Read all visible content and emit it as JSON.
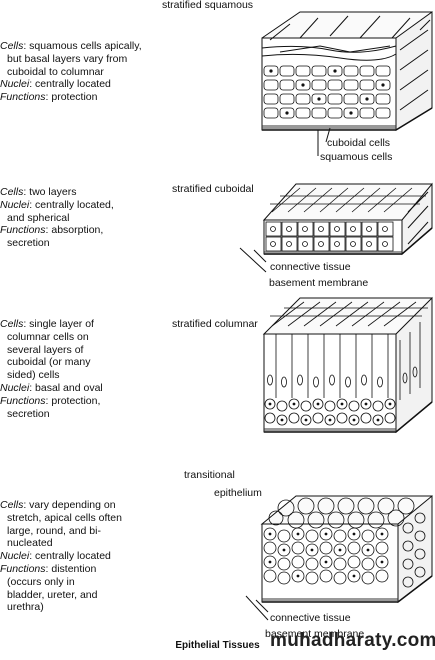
{
  "caption": "Epithelial Tissues",
  "watermark": "muhadharaty.com",
  "sections": [
    {
      "title": "stratified squamous",
      "cells_key": "Cells",
      "cells_text": ": squamous cells apically,",
      "cells_cont": [
        "but basal layers vary from",
        "cuboidal to columnar"
      ],
      "nuclei_key": "Nuclei",
      "nuclei_text": ": centrally located",
      "nuclei_cont": [],
      "functions_key": "Functions",
      "functions_text": ": protection",
      "functions_cont": [],
      "labels": [
        "cuboidal cells",
        "squamous cells"
      ]
    },
    {
      "title": "stratified cuboidal",
      "cells_key": "Cells",
      "cells_text": ": two layers",
      "cells_cont": [],
      "nuclei_key": "Nuclei",
      "nuclei_text": ": centrally located,",
      "nuclei_cont": [
        "and spherical"
      ],
      "functions_key": "Functions",
      "functions_text": ": absorption,",
      "functions_cont": [
        "secretion"
      ],
      "labels": [
        "connective tissue",
        "basement membrane"
      ]
    },
    {
      "title": "stratified columnar",
      "cells_key": "Cells",
      "cells_text": ": single layer of",
      "cells_cont": [
        "columnar cells on",
        "several layers of",
        "cuboidal (or many",
        "sided) cells"
      ],
      "nuclei_key": "Nuclei",
      "nuclei_text": ": basal and oval",
      "nuclei_cont": [],
      "functions_key": "Functions",
      "functions_text": ": protection,",
      "functions_cont": [
        "secretion"
      ],
      "labels": []
    },
    {
      "title": "transitional",
      "title2": "epithelium",
      "cells_key": "Cells",
      "cells_text": ": vary depending on",
      "cells_cont": [
        "stretch, apical cells often",
        "large, round, and bi-",
        "nucleated"
      ],
      "nuclei_key": "Nuclei",
      "nuclei_text": ": centrally located",
      "nuclei_cont": [],
      "functions_key": "Functions",
      "functions_text": ": distention",
      "functions_cont": [
        "(occurs only in",
        "bladder, ureter, and",
        "urethra)"
      ],
      "labels": [
        "connective tissue",
        "basement membrane"
      ]
    }
  ]
}
